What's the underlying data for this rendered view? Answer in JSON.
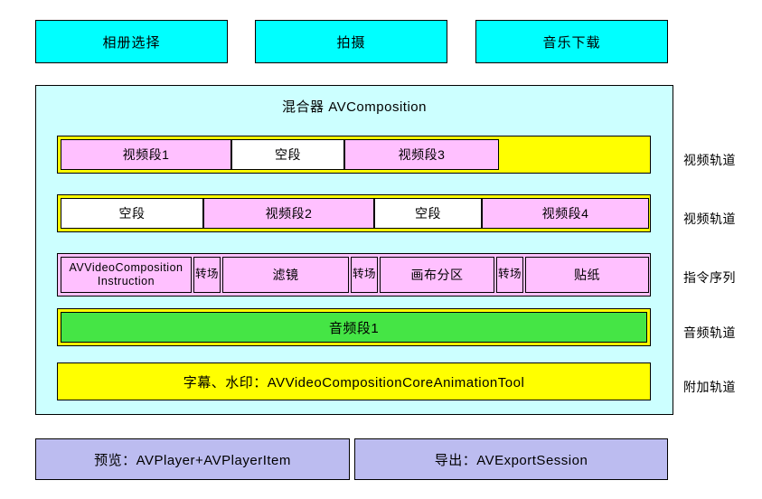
{
  "top_actions": [
    {
      "label": "相册选择",
      "color": "#00ffff"
    },
    {
      "label": "拍摄",
      "color": "#00ffff"
    },
    {
      "label": "音乐下载",
      "color": "#00ffff"
    }
  ],
  "composition": {
    "title": "混合器 AVComposition",
    "background": "#ccffff"
  },
  "tracks": [
    {
      "side_label": "视频轨道",
      "container_color": "#ffff00",
      "segments": [
        {
          "label": "视频段1",
          "fill": "#ffc0ff",
          "kind": "clip"
        },
        {
          "label": "空段",
          "fill": "#ffffff",
          "kind": "empty"
        },
        {
          "label": "视频段3",
          "fill": "#ffc0ff",
          "kind": "clip"
        },
        {
          "label": "",
          "fill": "#ffff00",
          "kind": "filler"
        }
      ]
    },
    {
      "side_label": "视频轨道",
      "container_color": "#ffff00",
      "segments": [
        {
          "label": "空段",
          "fill": "#ffffff",
          "kind": "empty"
        },
        {
          "label": "视频段2",
          "fill": "#ffc0ff",
          "kind": "clip"
        },
        {
          "label": "空段",
          "fill": "#ffffff",
          "kind": "empty"
        },
        {
          "label": "视频段4",
          "fill": "#ffc0ff",
          "kind": "clip"
        }
      ]
    },
    {
      "side_label": "指令序列",
      "container_color": "#ffc0ff",
      "segments": [
        {
          "label": "AVVideoComposition Instruction",
          "label_line1": "AVVideoComposition",
          "label_line2": "Instruction",
          "fill": "#ffc0ff",
          "kind": "instruction"
        },
        {
          "label": "转场",
          "fill": "#ffc0ff",
          "kind": "transition"
        },
        {
          "label": "滤镜",
          "fill": "#ffc0ff",
          "kind": "instruction"
        },
        {
          "label": "转场",
          "fill": "#ffc0ff",
          "kind": "transition"
        },
        {
          "label": "画布分区",
          "fill": "#ffc0ff",
          "kind": "instruction"
        },
        {
          "label": "转场",
          "fill": "#ffc0ff",
          "kind": "transition"
        },
        {
          "label": "贴纸",
          "fill": "#ffc0ff",
          "kind": "instruction"
        }
      ]
    },
    {
      "side_label": "音频轨道",
      "container_color": "#ffff00",
      "segments": [
        {
          "label": "音频段1",
          "fill": "#45e545",
          "kind": "clip"
        }
      ]
    },
    {
      "side_label": "附加轨道",
      "container_color": "#ffff00",
      "segments": [
        {
          "label": "字幕、水印：AVVideoCompositionCoreAnimationTool",
          "fill": "#ffff00",
          "kind": "overlay"
        }
      ]
    }
  ],
  "bottom_actions": [
    {
      "label": "预览：AVPlayer+AVPlayerItem",
      "color": "#bcbcf0"
    },
    {
      "label": "导出：AVExportSession",
      "color": "#bcbcf0"
    }
  ]
}
